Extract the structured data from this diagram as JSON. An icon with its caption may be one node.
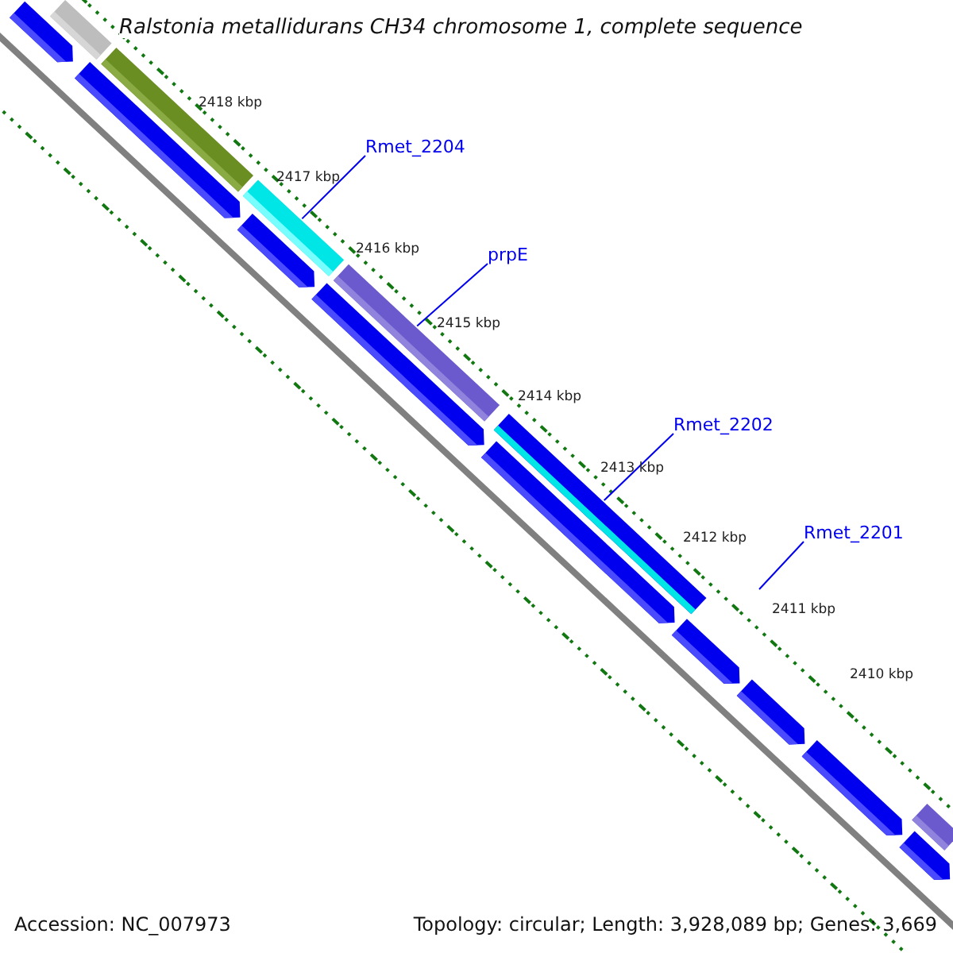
{
  "diagram": {
    "title": "Ralstonia metallidurans CH34 chromosome 1, complete sequence",
    "nodes": [
      {
        "text": [
          "Rmet_2204"
        ]
      },
      {
        "text": [
          "prpE"
        ]
      },
      {
        "text": [
          "Rmet_2202"
        ]
      },
      {
        "text": [
          "Rmet_2201"
        ]
      },
      {
        "text": [],
        "shape": "bar"
      },
      {
        "text": [],
        "shape": "bar"
      },
      {
        "text": [],
        "shape": "bar"
      },
      {
        "text": [],
        "shape": "bar"
      },
      {
        "text": [],
        "shape": "bar"
      },
      {
        "text": [],
        "shape": "bar"
      },
      {
        "text": [],
        "shape": "arrow"
      },
      {
        "text": [],
        "shape": "arrow"
      },
      {
        "text": [],
        "shape": "arrow"
      },
      {
        "text": [],
        "shape": "arrow"
      },
      {
        "text": [],
        "shape": "arrow"
      },
      {
        "text": [],
        "shape": "arrow"
      },
      {
        "text": [],
        "shape": "arrow"
      },
      {
        "text": [],
        "shape": "arrow"
      },
      {
        "text": [],
        "shape": "arrow"
      }
    ],
    "edges": [
      {
        "from": 0,
        "to": 6,
        "arrow": "none"
      },
      {
        "from": 1,
        "to": 7,
        "arrow": "none"
      },
      {
        "from": 2,
        "to": 8,
        "arrow": "none"
      },
      {
        "from": 3,
        "to": null,
        "arrow": "none"
      }
    ],
    "labels": [
      "2418 kbp",
      "2417 kbp",
      "2416 kbp",
      "2415 kbp",
      "2414 kbp",
      "2413 kbp",
      "2412 kbp",
      "2411 kbp",
      "2410 kbp",
      "Accession: NC_007973",
      "Topology: circular; Length: 3,928,089 bp; Genes: 3,669"
    ]
  }
}
